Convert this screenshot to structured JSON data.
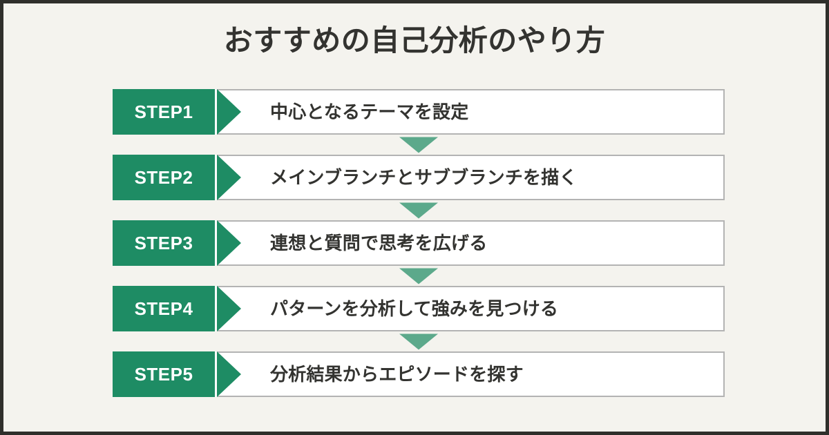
{
  "page": {
    "title": "おすすめの自己分析のやり方",
    "background_color": "#f4f3ee",
    "frame_color": "#2f2f2b",
    "accent_green": "#1e8c64",
    "connector_green": "#5ca98b",
    "text_color": "#333330",
    "card_border_color": "#b3b3b3",
    "card_background": "#ffffff"
  },
  "steps": [
    {
      "badge": "STEP1",
      "text": "中心となるテーマを設定"
    },
    {
      "badge": "STEP2",
      "text": "メインブランチとサブブランチを描く"
    },
    {
      "badge": "STEP3",
      "text": "連想と質問で思考を広げる"
    },
    {
      "badge": "STEP4",
      "text": "パターンを分析して強みを見つける"
    },
    {
      "badge": "STEP5",
      "text": "分析結果からエピソードを探す"
    }
  ],
  "connectors": [
    {
      "icon": "arrow-down-icon"
    },
    {
      "icon": "arrow-down-icon"
    },
    {
      "icon": "arrow-down-icon"
    },
    {
      "icon": "arrow-down-icon"
    }
  ]
}
